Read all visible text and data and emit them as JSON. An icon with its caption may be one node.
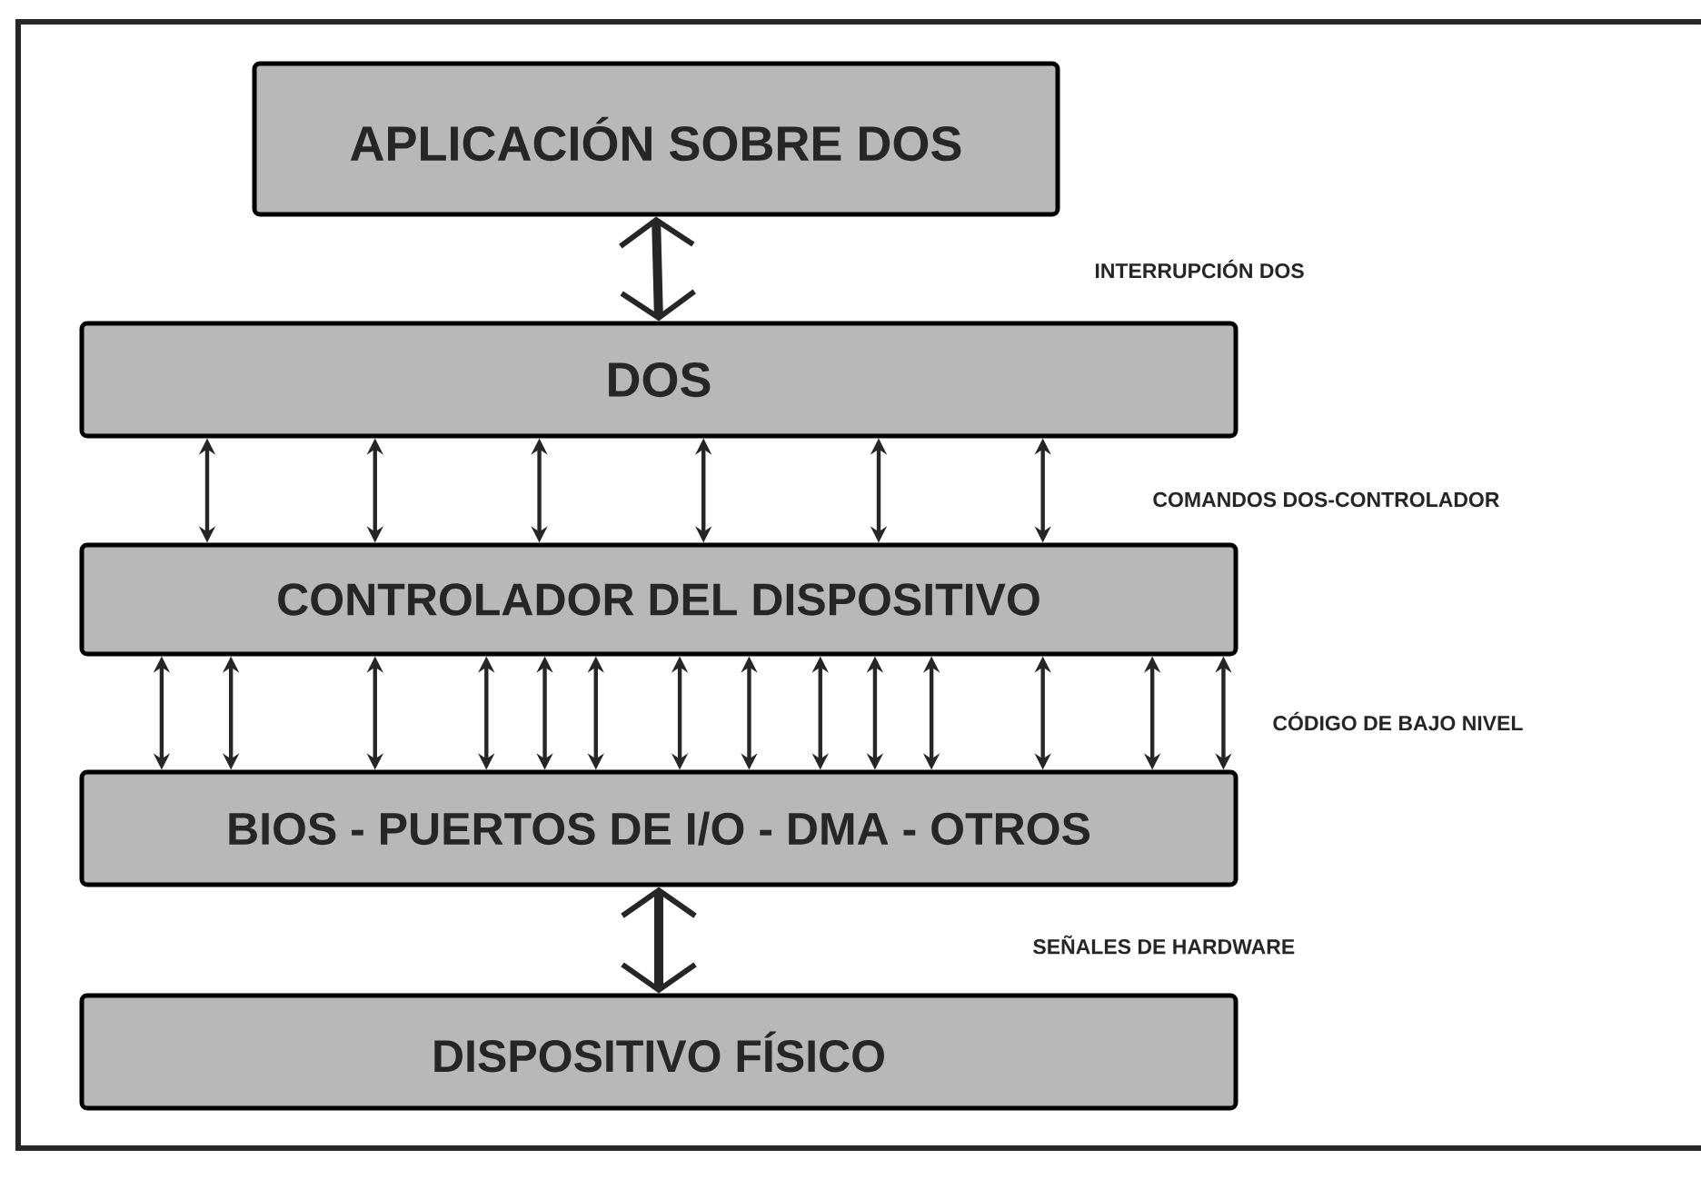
{
  "diagram": {
    "nodes": [
      {
        "text": [
          "APLICACIÓN SOBRE DOS"
        ]
      },
      {
        "text": [
          "DOS"
        ]
      },
      {
        "text": [
          "CONTROLADOR DEL DISPOSITIVO"
        ]
      },
      {
        "text": [
          "BIOS - PUERTOS DE I/O - DMA - OTROS"
        ]
      },
      {
        "text": [
          "DISPOSITIVO FÍSICO"
        ]
      }
    ],
    "edges": [
      {
        "from": 0,
        "to": 1,
        "arrow": "both",
        "style": "thick"
      },
      {
        "from": 1,
        "to": 2,
        "arrow": "both"
      },
      {
        "from": 1,
        "to": 2,
        "arrow": "both"
      },
      {
        "from": 1,
        "to": 2,
        "arrow": "both"
      },
      {
        "from": 1,
        "to": 2,
        "arrow": "both"
      },
      {
        "from": 1,
        "to": 2,
        "arrow": "both"
      },
      {
        "from": 1,
        "to": 2,
        "arrow": "both"
      },
      {
        "from": 2,
        "to": 3,
        "arrow": "both"
      },
      {
        "from": 2,
        "to": 3,
        "arrow": "both"
      },
      {
        "from": 2,
        "to": 3,
        "arrow": "both"
      },
      {
        "from": 2,
        "to": 3,
        "arrow": "both"
      },
      {
        "from": 2,
        "to": 3,
        "arrow": "both"
      },
      {
        "from": 2,
        "to": 3,
        "arrow": "both"
      },
      {
        "from": 2,
        "to": 3,
        "arrow": "both"
      },
      {
        "from": 2,
        "to": 3,
        "arrow": "both"
      },
      {
        "from": 2,
        "to": 3,
        "arrow": "both"
      },
      {
        "from": 2,
        "to": 3,
        "arrow": "both"
      },
      {
        "from": 2,
        "to": 3,
        "arrow": "both"
      },
      {
        "from": 2,
        "to": 3,
        "arrow": "both"
      },
      {
        "from": 2,
        "to": 3,
        "arrow": "both"
      },
      {
        "from": 2,
        "to": 3,
        "arrow": "both"
      },
      {
        "from": 3,
        "to": 4,
        "arrow": "both",
        "style": "thick"
      }
    ],
    "labels": [
      "INTERRUPCIÓN DOS",
      "COMANDOS DOS-CONTROLADOR",
      "CÓDIGO DE BAJO NIVEL",
      "SEÑALES DE HARDWARE"
    ]
  }
}
